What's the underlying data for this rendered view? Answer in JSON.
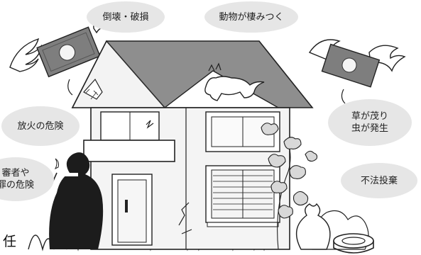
{
  "labels": {
    "collapse": "倒壊・破損",
    "animals": "動物が棲みつく",
    "fire": "放火の危険",
    "weeds": "草が茂り\n虫が発生",
    "intruder": "審者や\n罪の危険",
    "dumping": "不法投棄",
    "edge_char": "任"
  },
  "icons": [
    "flying-money-icon",
    "cat-icon",
    "burglar-icon",
    "ivy-icon",
    "garbage-bag-icon",
    "tire-icon",
    "wing-icon"
  ],
  "colors": {
    "roof": "#8e8e8e",
    "bubble": "#e6e6e6",
    "wall": "#f4f4f4",
    "outline": "#222222",
    "shadow": "#1c1c1c"
  }
}
